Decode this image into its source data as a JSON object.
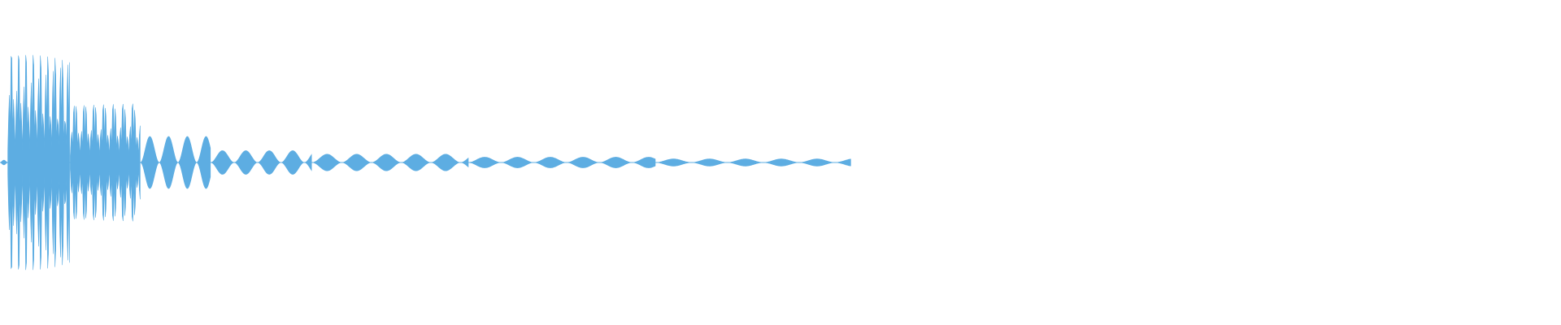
{
  "waveform": {
    "color": "#5dade2",
    "background": "#ffffff",
    "style": "amplitude envelope, mirrored around center line",
    "segments": [
      {
        "start": 0.0,
        "end": 0.005,
        "peak": 0.02,
        "cycle": 0.005
      },
      {
        "start": 0.005,
        "end": 0.045,
        "peak": 1.0,
        "cycle": 0.0046
      },
      {
        "start": 0.045,
        "end": 0.09,
        "peak": 0.55,
        "cycle": 0.0062
      },
      {
        "start": 0.09,
        "end": 0.135,
        "peak": 0.22,
        "cycle": 0.012
      },
      {
        "start": 0.135,
        "end": 0.2,
        "peak": 0.1,
        "cycle": 0.015
      },
      {
        "start": 0.2,
        "end": 0.3,
        "peak": 0.07,
        "cycle": 0.019
      },
      {
        "start": 0.3,
        "end": 0.42,
        "peak": 0.045,
        "cycle": 0.021
      },
      {
        "start": 0.42,
        "end": 0.545,
        "peak": 0.03,
        "cycle": 0.023
      },
      {
        "start": 0.545,
        "end": 1.0,
        "peak": 0.0,
        "cycle": 0.02
      }
    ]
  }
}
